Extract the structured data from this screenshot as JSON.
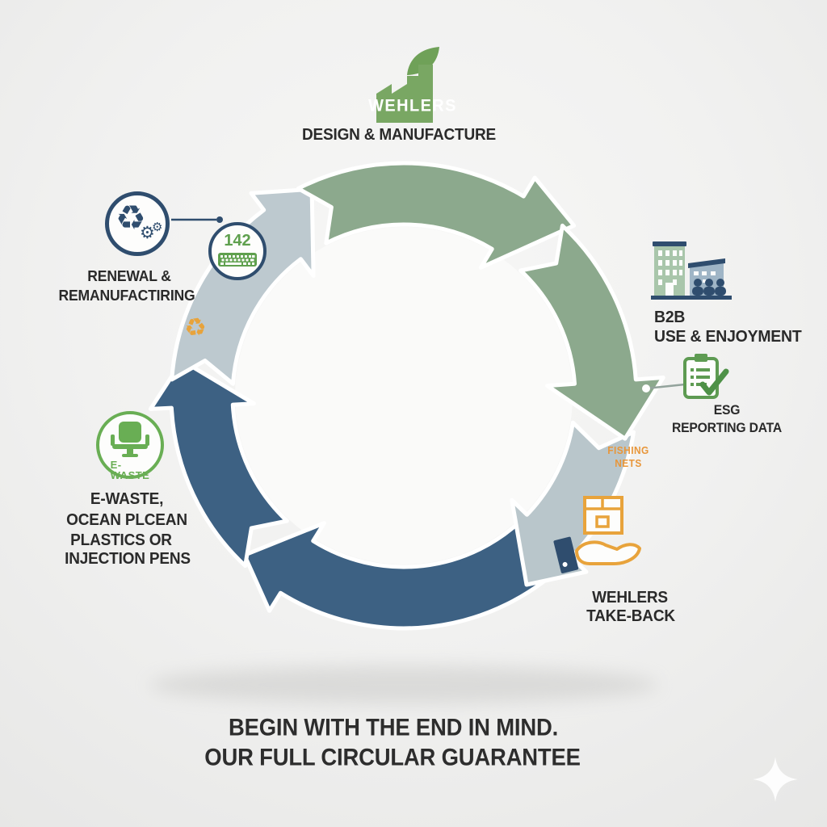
{
  "stages": {
    "design": {
      "brand": "WEHLERS",
      "label": "DESIGN & MANUFACTURE"
    },
    "renewal": {
      "line1": "RENEWAL &",
      "line2": "REMANUFACTIRING",
      "counter": "142"
    },
    "b2b": {
      "line1": "B2B",
      "line2": "USE & ENJOYMENT"
    },
    "esg": {
      "line1": "ESG",
      "line2": "REPORTING DATA"
    },
    "fishing": {
      "line1": "FISHING",
      "line2": "NETS"
    },
    "takeback": {
      "line1": "WEHLERS",
      "line2": "TAKE-BACK"
    },
    "ewaste": {
      "badge": "E-WASTE",
      "lines": [
        "E-WASTE,",
        "OCEAN PLCEAN",
        "PLASTICS OR",
        "INJECTION PENS"
      ]
    }
  },
  "footer": {
    "line1": "BEGIN WITH THE END IN MIND.",
    "line2": "OUR FULL CIRCULAR GUARANTEE"
  },
  "colors": {
    "arcGreen": "#8CA98D",
    "arcGray": "#BDC9CF",
    "arcGrayLight": "#B9C6CB",
    "arcBlue": "#3D6183",
    "navy": "#2F4D6E",
    "iconGreen": "#5FA04E",
    "ringGreen": "#69AE54",
    "clipGreen": "#5E9B52",
    "factoryGreen": "#79A763",
    "leafGreen": "#6FA158",
    "buildingGreen": "#A9C6AB",
    "buildingBlue": "#9FB5C6",
    "orange": "#E8A33B",
    "textDark": "#2A2A2A",
    "white": "#FFFFFF"
  }
}
